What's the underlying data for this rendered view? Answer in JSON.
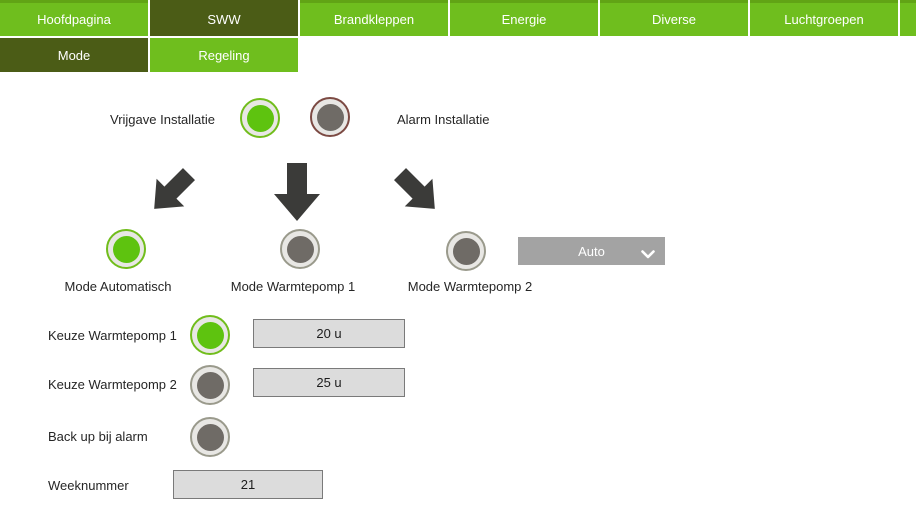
{
  "nav": {
    "primary_tabs": [
      {
        "label": "Hoofdpagina",
        "selected": false
      },
      {
        "label": "SWW",
        "selected": true
      },
      {
        "label": "Brandkleppen",
        "selected": false
      },
      {
        "label": "Energie",
        "selected": false
      },
      {
        "label": "Diverse",
        "selected": false
      },
      {
        "label": "Luchtgroepen",
        "selected": false
      }
    ],
    "secondary_tabs": [
      {
        "label": "Mode",
        "selected": false
      },
      {
        "label": "Regeling",
        "selected": true
      }
    ]
  },
  "installation": {
    "vrijgave_label": "Vrijgave Installatie",
    "vrijgave_state": "on",
    "alarm_label": "Alarm Installatie",
    "alarm_state": "off"
  },
  "mode": {
    "auto_label": "Mode Automatisch",
    "auto_state": "on",
    "wp1_label": "Mode Warmtepomp 1",
    "wp1_state": "off",
    "wp2_label": "Mode Warmtepomp 2",
    "wp2_state": "off",
    "select_value": "Auto"
  },
  "settings": {
    "keuze_wp1_label": "Keuze Warmtepomp 1",
    "keuze_wp1_state": "on",
    "keuze_wp1_value": "20 u",
    "keuze_wp2_label": "Keuze Warmtepomp 2",
    "keuze_wp2_state": "off",
    "keuze_wp2_value": "25 u",
    "backup_label": "Back up bij alarm",
    "backup_state": "off",
    "weeknummer_label": "Weeknummer",
    "weeknummer_value": "21"
  },
  "icons": {
    "arrow_down_left": "arrow-down-left",
    "arrow_down": "arrow-down",
    "arrow_down_right": "arrow-down-right",
    "chevron_down": "chevron-down"
  },
  "colors": {
    "tab_green": "#6fbe1e",
    "tab_dark_olive": "#4b5c16",
    "led_on_green": "#5ec30f",
    "led_off_gray": "#6f6b66",
    "alarm_ring": "#7c4a43",
    "arrow_gray": "#3b3b39",
    "dropdown_gray": "#a3a3a3",
    "field_bg": "#dcdcdc"
  }
}
